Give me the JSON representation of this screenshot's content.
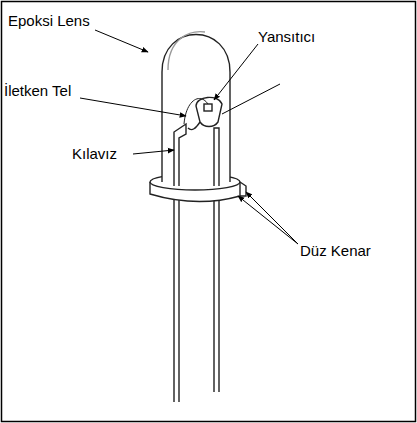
{
  "diagram": {
    "labels": [
      "Epoksi Lens",
      "Yansıtıcı",
      "İletken Tel",
      "Kılavız",
      "Düz Kenar"
    ]
  }
}
